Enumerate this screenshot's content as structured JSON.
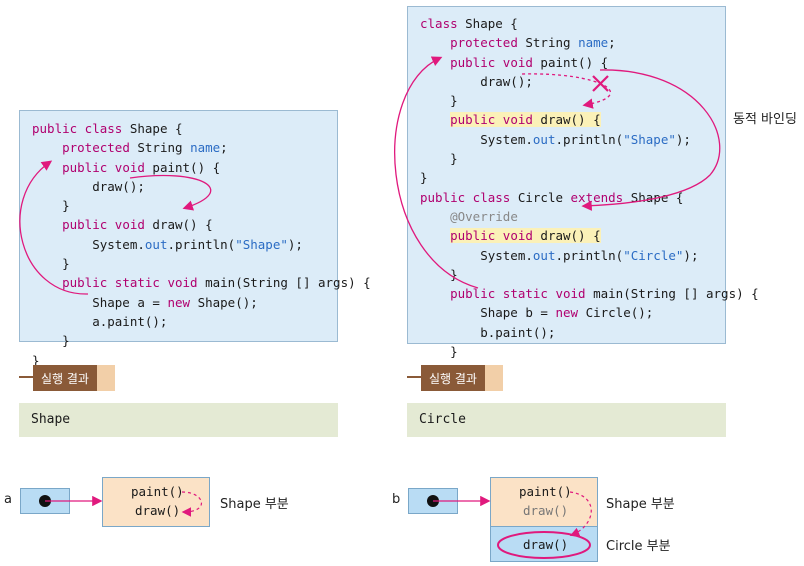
{
  "left_code": {
    "lines": [
      [
        [
          "kw",
          "public class "
        ],
        [
          "",
          "Shape {"
        ]
      ],
      [
        [
          "",
          "    "
        ],
        [
          "kw",
          "protected "
        ],
        [
          "",
          "String "
        ],
        [
          "fld",
          "name"
        ],
        [
          "",
          ";"
        ]
      ],
      [
        [
          "",
          "    "
        ],
        [
          "kw",
          "public void "
        ],
        [
          "",
          "paint() {"
        ]
      ],
      [
        [
          "",
          "        draw();"
        ]
      ],
      [
        [
          "",
          "    }"
        ]
      ],
      [
        [
          "",
          "    "
        ],
        [
          "kw",
          "public void "
        ],
        [
          "",
          "draw() {"
        ]
      ],
      [
        [
          "",
          "        System."
        ],
        [
          "fld",
          "out"
        ],
        [
          "",
          ".println("
        ],
        [
          "str",
          "\"Shape\""
        ],
        [
          "",
          ");"
        ]
      ],
      [
        [
          "",
          "    }"
        ]
      ],
      [
        [
          "",
          "    "
        ],
        [
          "kw",
          "public static void "
        ],
        [
          "",
          "main(String [] args) {"
        ]
      ],
      [
        [
          "",
          "        Shape a = "
        ],
        [
          "kw",
          "new "
        ],
        [
          "",
          "Shape();"
        ]
      ],
      [
        [
          "",
          "        a.paint();"
        ]
      ],
      [
        [
          "",
          "    }"
        ]
      ],
      [
        [
          "",
          "}"
        ]
      ]
    ]
  },
  "right_code": {
    "lines": [
      [
        [
          "kw",
          "class "
        ],
        [
          "",
          "Shape {"
        ]
      ],
      [
        [
          "",
          "    "
        ],
        [
          "kw",
          "protected "
        ],
        [
          "",
          "String "
        ],
        [
          "fld",
          "name"
        ],
        [
          "",
          ";"
        ]
      ],
      [
        [
          "",
          "    "
        ],
        [
          "kw",
          "public void "
        ],
        [
          "",
          "paint() {"
        ]
      ],
      [
        [
          "",
          "        draw();"
        ]
      ],
      [
        [
          "",
          "    }"
        ]
      ],
      [
        [
          "",
          "    "
        ],
        [
          "kwhl",
          "public void "
        ],
        [
          "hl",
          "draw() {"
        ]
      ],
      [
        [
          "",
          "        System."
        ],
        [
          "fld",
          "out"
        ],
        [
          "",
          ".println("
        ],
        [
          "str",
          "\"Shape\""
        ],
        [
          "",
          ");"
        ]
      ],
      [
        [
          "",
          "    }"
        ]
      ],
      [
        [
          "",
          "}"
        ]
      ],
      [
        [
          "kw",
          "public class "
        ],
        [
          "",
          "Circle "
        ],
        [
          "kw",
          "extends "
        ],
        [
          "",
          "Shape {"
        ]
      ],
      [
        [
          "",
          "    "
        ],
        [
          "ann",
          "@Override"
        ]
      ],
      [
        [
          "",
          "    "
        ],
        [
          "kwhl",
          "public void "
        ],
        [
          "hl",
          "draw() {"
        ]
      ],
      [
        [
          "",
          "        System."
        ],
        [
          "fld",
          "out"
        ],
        [
          "",
          ".println("
        ],
        [
          "str",
          "\"Circle\""
        ],
        [
          "",
          ");"
        ]
      ],
      [
        [
          "",
          "    }"
        ]
      ],
      [
        [
          "",
          "    "
        ],
        [
          "kw",
          "public static void "
        ],
        [
          "",
          "main(String [] args) {"
        ]
      ],
      [
        [
          "",
          "        Shape b = "
        ],
        [
          "kw",
          "new "
        ],
        [
          "",
          "Circle();"
        ]
      ],
      [
        [
          "",
          "        b.paint();"
        ]
      ],
      [
        [
          "",
          "    }"
        ]
      ],
      [
        [
          "",
          "}"
        ]
      ]
    ]
  },
  "labels": {
    "dynamic_binding": "동적 바인딩",
    "run_result": "실행 결과",
    "left_output": "Shape",
    "right_output": "Circle",
    "var_a": "a",
    "var_b": "b",
    "paint_call": "paint()",
    "draw_call": "draw()",
    "shape_part": "Shape 부분",
    "circle_part": "Circle 부분"
  },
  "colors": {
    "arrow": "#e0197d",
    "code_bg": "#dcecf8",
    "result_bg": "#e4ead4",
    "highlight": "#fbf1b8",
    "keyword": "#b0006f",
    "field": "#2b6cc4"
  },
  "icons": {
    "tag": "tag-icon",
    "reference": "reference-dot-icon",
    "blocked": "cross-x-icon"
  }
}
